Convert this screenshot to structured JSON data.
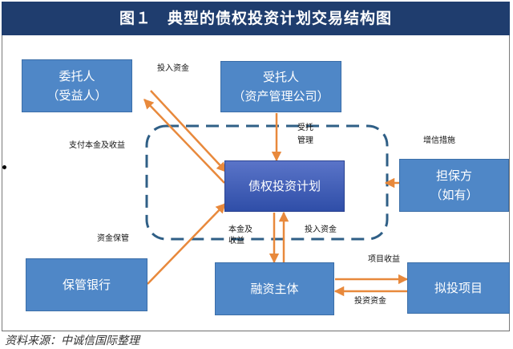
{
  "title": "图１　典型的债权投资计划交易结构图",
  "source_note": "资料来源：中诚信国际整理",
  "nodes": {
    "trustor": {
      "line1": "委托人",
      "line2": "（受益人）"
    },
    "trustee": {
      "line1": "受托人",
      "line2": "（资产管理公司）"
    },
    "plan": {
      "label": "债权投资计划"
    },
    "guarantor": {
      "line1": "担保方",
      "line2": "（如有）"
    },
    "custodian": {
      "label": "保管银行"
    },
    "financier": {
      "label": "融资主体"
    },
    "project": {
      "label": "拟投项目"
    }
  },
  "edge_labels": {
    "invest_funds_top": "投入资金",
    "pay_principal": "支付本金及收益",
    "trust_line1": "受托",
    "trust_line2": "管理",
    "credit_enhancement": "增信措施",
    "fund_custody": "资金保管",
    "principal_line1": "本金及",
    "principal_line2": "收益",
    "invest_funds_bottom": "投入资金",
    "project_income": "项目收益",
    "investment_funds": "投资资金"
  },
  "colors": {
    "title_bar": "#1f3d6e",
    "box": "#4f87c7",
    "center_box": "#3a5bb5",
    "arrow": "#e8893c",
    "dashed_frame": "#2f5f86"
  }
}
